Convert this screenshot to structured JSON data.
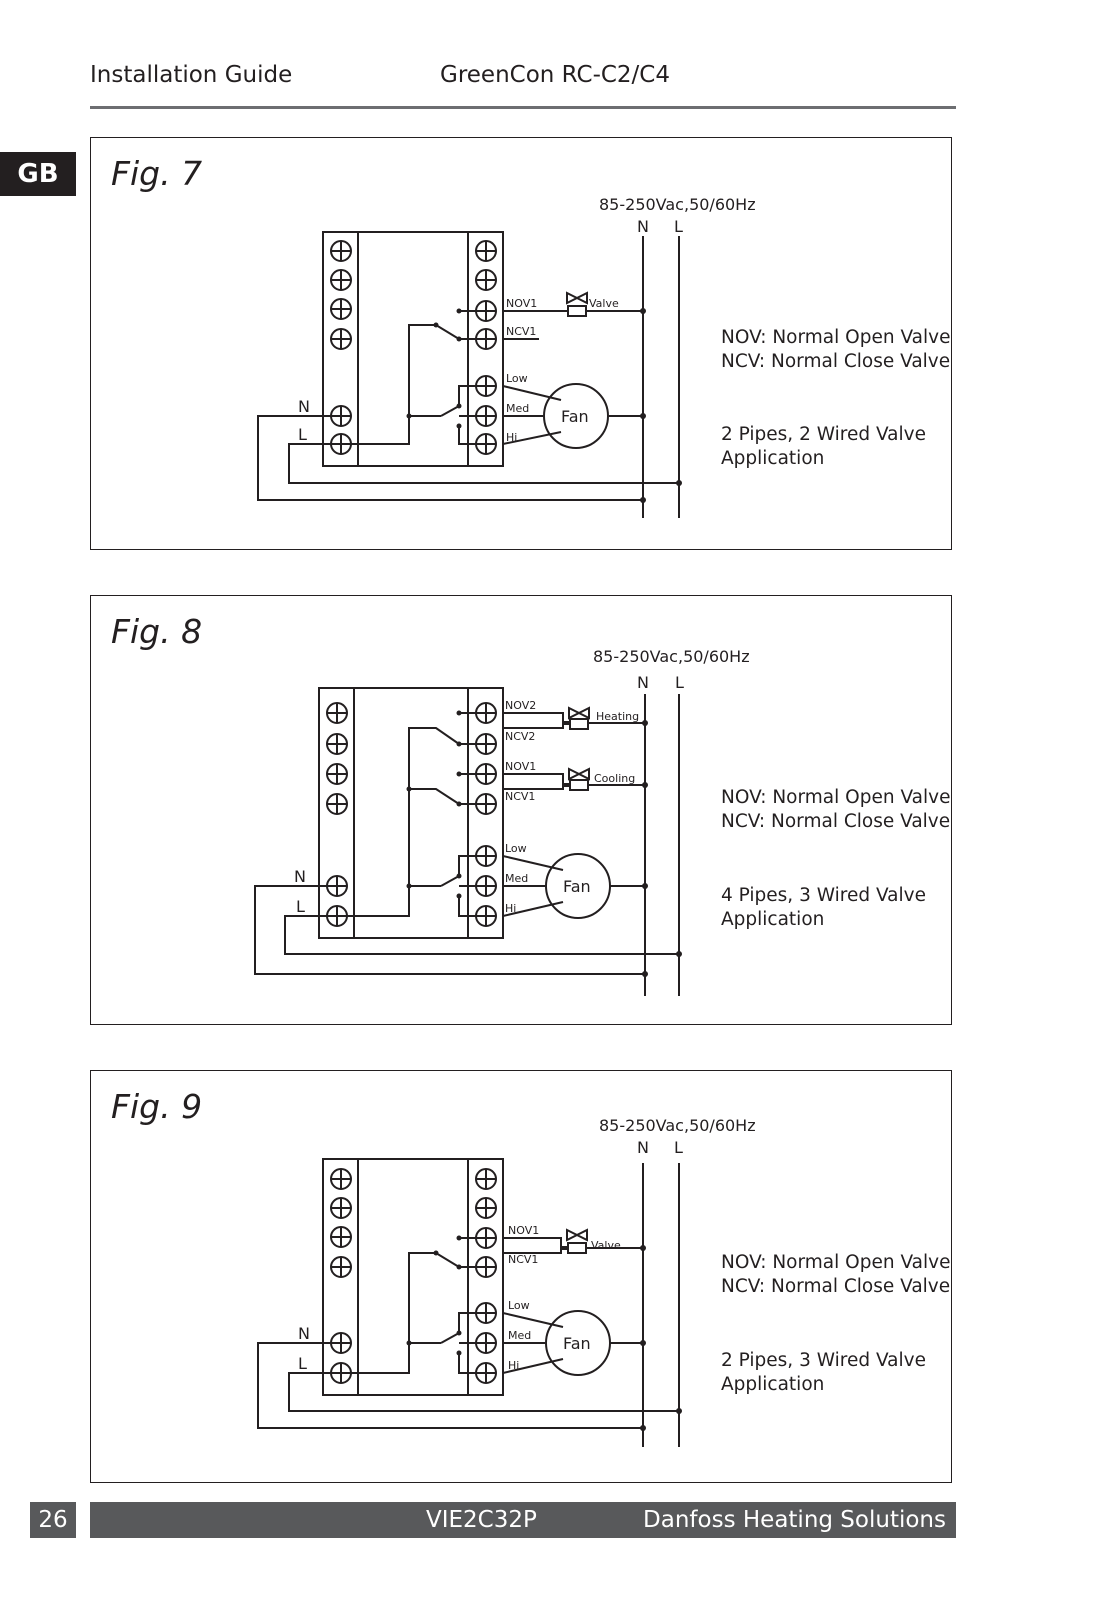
{
  "header": {
    "left": "Installation Guide",
    "right": "GreenCon RC-C2/C4"
  },
  "lang_tab": "GB",
  "common": {
    "supply": "85-250Vac,50/60Hz",
    "n": "N",
    "l": "L",
    "low": "Low",
    "med": "Med",
    "hi": "Hi",
    "fan": "Fan",
    "nov_note": "NOV: Normal Open Valve",
    "ncv_note": "NCV: Normal Close Valve"
  },
  "figures": [
    {
      "title": "Fig. 7",
      "labels": [
        "NOV1",
        "NCV1"
      ],
      "valves": [
        "Valve"
      ],
      "app_line1": "2 Pipes, 2 Wired Valve",
      "app_line2": "Application"
    },
    {
      "title": "Fig. 8",
      "labels": [
        "NOV2",
        "NCV2",
        "NOV1",
        "NCV1"
      ],
      "valves": [
        "Heating",
        "Cooling"
      ],
      "app_line1": "4 Pipes, 3 Wired Valve",
      "app_line2": "Application"
    },
    {
      "title": "Fig. 9",
      "labels": [
        "NOV1",
        "NCV1"
      ],
      "valves": [
        "Valve"
      ],
      "app_line1": "2 Pipes, 3 Wired Valve",
      "app_line2": "Application"
    }
  ],
  "footer": {
    "page": "26",
    "doc": "VIE2C32P",
    "brand": "Danfoss Heating Solutions"
  }
}
